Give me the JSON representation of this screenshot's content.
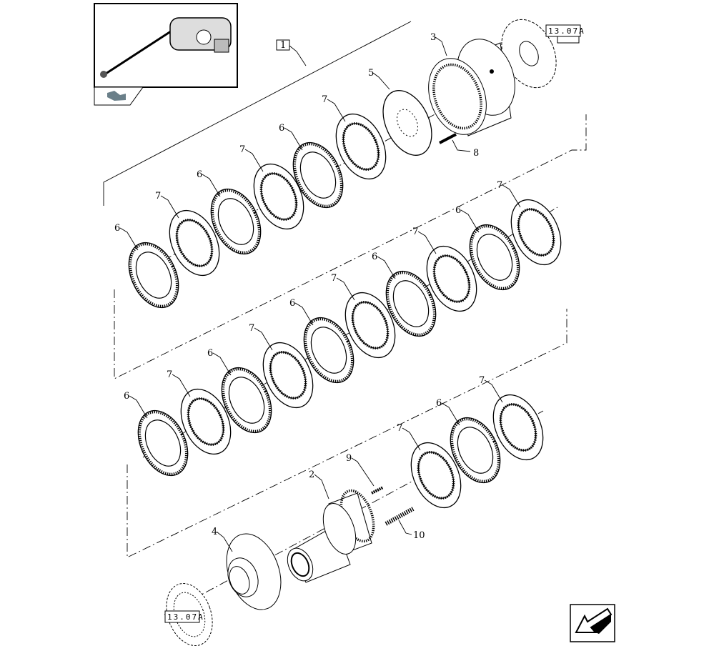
{
  "diagram": {
    "title": "Clutch pack exploded view",
    "group_label": "1",
    "references": {
      "top_right": "13.07A",
      "bottom_left": "13.07A"
    },
    "callouts": {
      "row1": [
        "6",
        "7",
        "6",
        "7",
        "6",
        "7"
      ],
      "row2": [
        "7",
        "6",
        "7",
        "6",
        "7",
        "6",
        "7",
        "6",
        "7",
        "6"
      ],
      "row3": [
        "7",
        "6",
        "7"
      ],
      "plate": "5",
      "ring_gear": "3",
      "screw": "8",
      "hub": "2",
      "pin": "9",
      "spring": "10",
      "carrier": "4"
    }
  },
  "navigation": {
    "thumbnail_icon": "assembly-thumbnail",
    "prev_icon": "back-arrow-icon",
    "next_icon": "next-arrow-icon"
  }
}
